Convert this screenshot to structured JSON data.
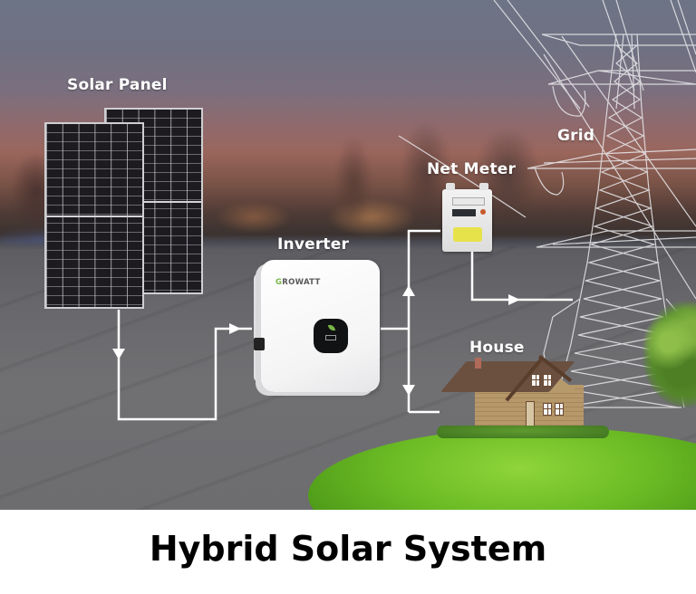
{
  "diagram": {
    "title": "Hybrid Solar System",
    "nodes": [
      {
        "id": "solar_panel",
        "label": "Solar Panel"
      },
      {
        "id": "inverter",
        "label": "Inverter",
        "brand": "GROWATT"
      },
      {
        "id": "net_meter",
        "label": "Net Meter"
      },
      {
        "id": "grid",
        "label": "Grid"
      },
      {
        "id": "house",
        "label": "House"
      }
    ],
    "edges": [
      {
        "from": "solar_panel",
        "to": "inverter",
        "direction": "forward"
      },
      {
        "from": "inverter",
        "to": "net_meter",
        "direction": "forward"
      },
      {
        "from": "inverter",
        "to": "house",
        "direction": "forward"
      },
      {
        "from": "net_meter",
        "to": "grid",
        "direction": "forward"
      }
    ]
  },
  "labels": {
    "solar_panel": "Solar Panel",
    "inverter": "Inverter",
    "net_meter": "Net Meter",
    "grid": "Grid",
    "house": "House",
    "brand_first": "G",
    "brand_rest": "ROWATT"
  },
  "caption": "Hybrid Solar System",
  "colors": {
    "line": "#ffffff",
    "caption_text": "#000000",
    "brand_green": "#7ab648"
  }
}
